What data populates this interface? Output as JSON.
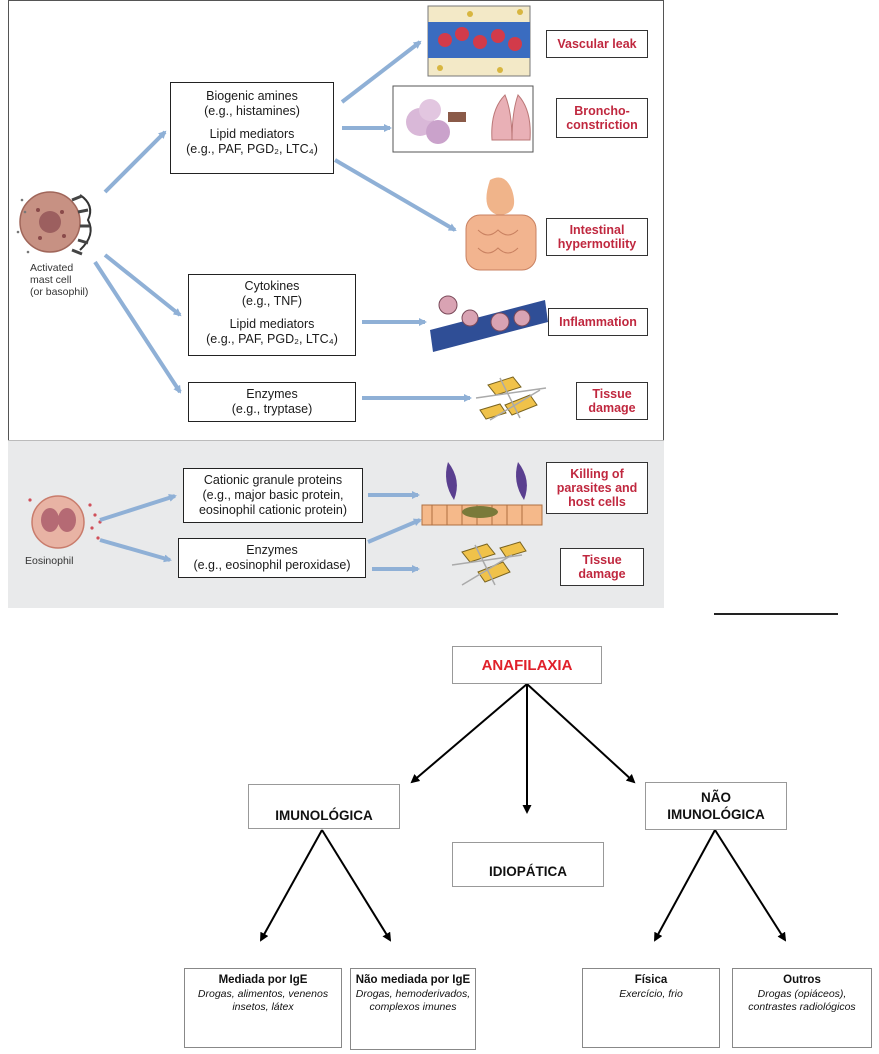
{
  "mast_cell_panel": {
    "cell_label": "Activated\nmast cell\n(or basophil)",
    "mediator_boxes": [
      {
        "line1": "Biogenic amines",
        "line2": "(e.g., histamines)",
        "line3": "Lipid mediators",
        "line4": "(e.g., PAF, PGD₂, LTC₄)"
      },
      {
        "line1": "Cytokines",
        "line2": "(e.g., TNF)",
        "line3": "Lipid mediators",
        "line4": "(e.g., PAF, PGD₂, LTC₄)"
      },
      {
        "line1": "Enzymes",
        "line2": "(e.g., tryptase)"
      }
    ],
    "effects": [
      "Vascular leak",
      "Broncho-\nconstriction",
      "Intestinal\nhypermotility",
      "Inflammation",
      "Tissue\ndamage"
    ]
  },
  "eosinophil_panel": {
    "cell_label": "Eosinophil",
    "mediator_boxes": [
      {
        "line1": "Cationic granule proteins",
        "line2": "(e.g., major basic protein,",
        "line3": "eosinophil cationic protein)"
      },
      {
        "line1": "Enzymes",
        "line2": "(e.g., eosinophil peroxidase)"
      }
    ],
    "effects": [
      "Killing of\nparasites and\nhost cells",
      "Tissue\ndamage"
    ]
  },
  "tree": {
    "root": "ANAFILAXIA",
    "branches": [
      "IMUNOLÓGICA",
      "IDIOPÁTICA",
      "NÃO\nIMUNOLÓGICA"
    ],
    "leaves": [
      {
        "title": "Mediada por IgE",
        "desc": "Drogas, alimentos, venenos insetos, látex"
      },
      {
        "title": "Não mediada por IgE",
        "desc": "Drogas, hemoderivados, complexos imunes"
      },
      {
        "title": "Física",
        "desc": "Exercício, frio"
      },
      {
        "title": "Outros",
        "desc": "Drogas (opiáceos), contrastes radiológicos"
      }
    ]
  },
  "colors": {
    "effect_text": "#c0283f",
    "root_text": "#e0202a",
    "flow_arrow": "#8fb0d6"
  }
}
